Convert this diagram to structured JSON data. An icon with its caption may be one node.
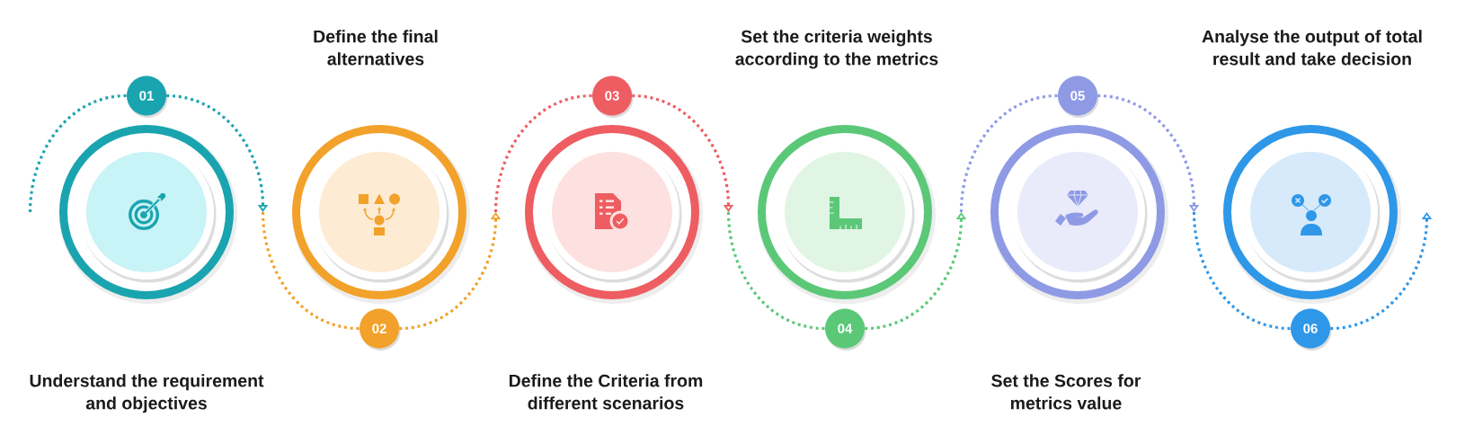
{
  "diagram": {
    "nodes": [
      {
        "text": [
          "Understand the requirement and objectives"
        ]
      },
      {
        "text": [
          "01"
        ]
      },
      {
        "text": [
          "Define the final alternatives"
        ]
      },
      {
        "text": [
          "02"
        ]
      },
      {
        "text": [
          "Define the Criteria from different scenarios"
        ]
      },
      {
        "text": [
          "03"
        ]
      },
      {
        "text": [
          "Set the criteria weights according to the metrics"
        ]
      },
      {
        "text": [
          "04"
        ]
      },
      {
        "text": [
          "Set the Scores for metrics value"
        ]
      },
      {
        "text": [
          "05"
        ]
      },
      {
        "text": [
          "Analyse the output of total result and take decision"
        ]
      },
      {
        "text": [
          "06"
        ]
      }
    ],
    "edges": [
      {
        "from": null,
        "to": 1,
        "arrow": "none",
        "style": "dashed",
        "color": "#1aa4af"
      },
      {
        "from": 1,
        "to": null,
        "arrow": "to",
        "style": "dashed",
        "color": "#1aa4af"
      },
      {
        "from": null,
        "to": 3,
        "arrow": "none",
        "style": "dashed",
        "color": "#f2a12a"
      },
      {
        "from": 3,
        "to": null,
        "arrow": "to",
        "style": "dashed",
        "color": "#f2a12a"
      },
      {
        "from": null,
        "to": 5,
        "arrow": "none",
        "style": "dashed",
        "color": "#ee5d61"
      },
      {
        "from": 5,
        "to": null,
        "arrow": "to",
        "style": "dashed",
        "color": "#ee5d61"
      },
      {
        "from": null,
        "to": 7,
        "arrow": "none",
        "style": "dashed",
        "color": "#5bc878"
      },
      {
        "from": 7,
        "to": null,
        "arrow": "to",
        "style": "dashed",
        "color": "#5bc878"
      },
      {
        "from": null,
        "to": 9,
        "arrow": "none",
        "style": "dashed",
        "color": "#8f9ae5"
      },
      {
        "from": 9,
        "to": null,
        "arrow": "to",
        "style": "dashed",
        "color": "#8f9ae5"
      },
      {
        "from": null,
        "to": 11,
        "arrow": "none",
        "style": "dashed",
        "color": "#2f97e7"
      },
      {
        "from": 11,
        "to": null,
        "arrow": "to",
        "style": "dashed",
        "color": "#2f97e7"
      }
    ]
  }
}
